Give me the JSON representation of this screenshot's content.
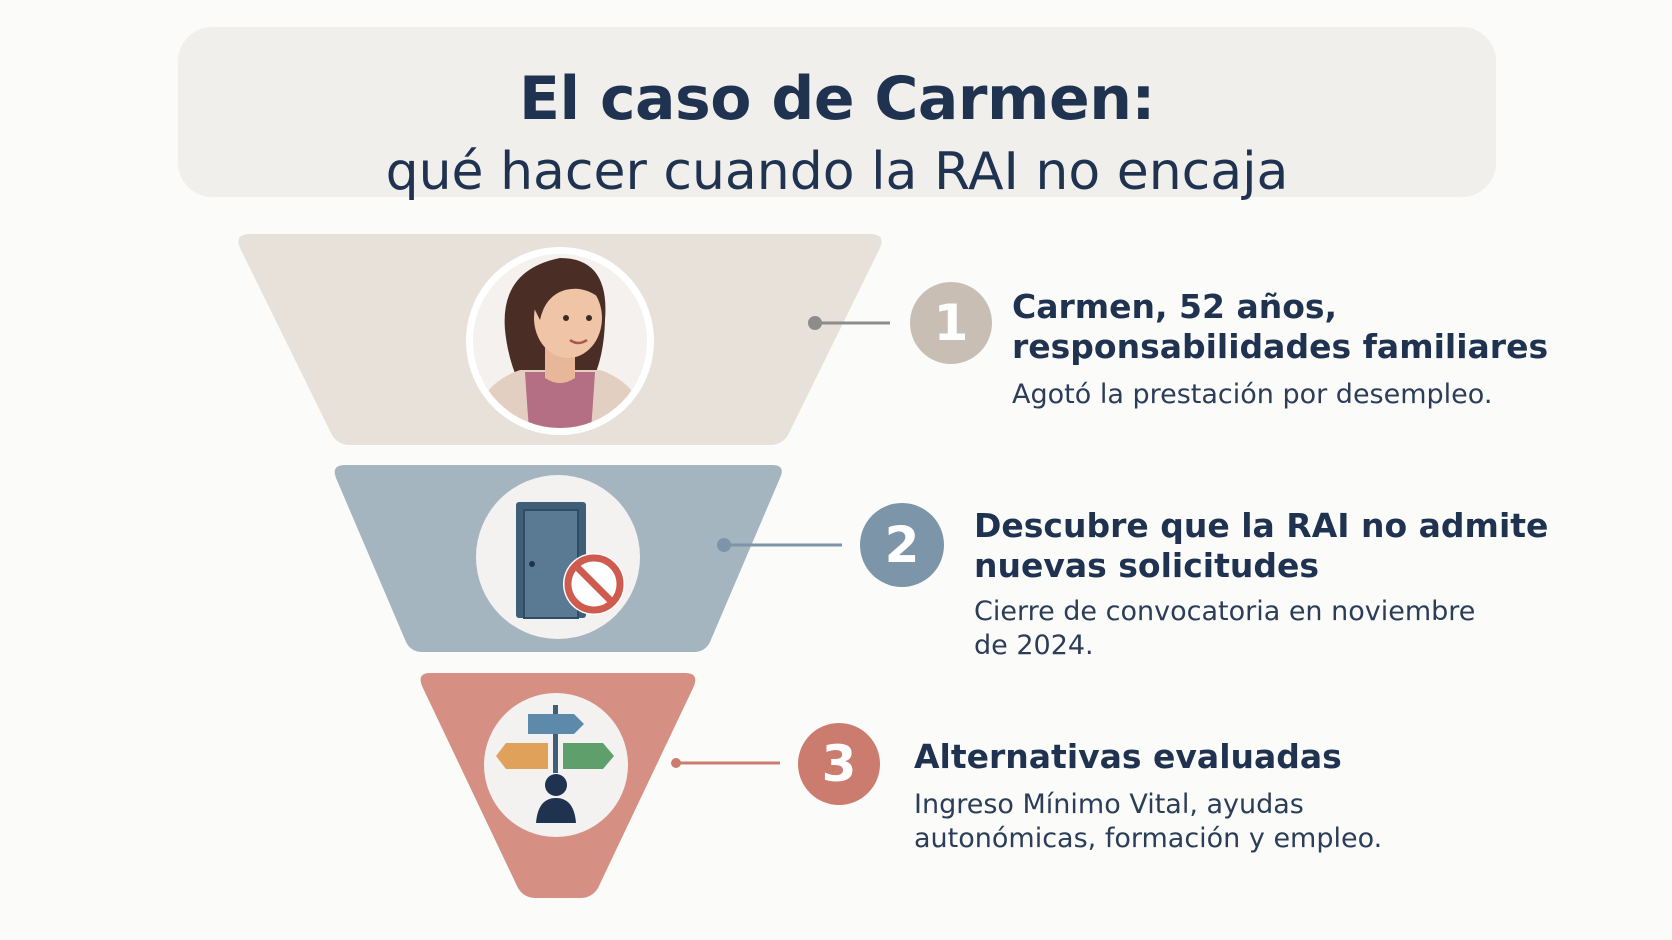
{
  "header": {
    "title": "El caso de Carmen:",
    "subtitle": "qué hacer cuando la RAI no encaja"
  },
  "steps": [
    {
      "number": "1",
      "title_line1": "Carmen, 52 años,",
      "title_line2": "responsabilidades familiares",
      "description": "Agotó la prestación por desempleo.",
      "icon": "woman-portrait-icon",
      "color": "#c8beb4",
      "band_color": "#e7e1da"
    },
    {
      "number": "2",
      "title_line1": "Descubre que la RAI no admite",
      "title_line2": "nuevas solicitudes",
      "description": "Cierre de convocatoria en noviembre de 2024.",
      "icon": "closed-door-prohibited-icon",
      "color": "#7d95a8",
      "band_color": "#a4b5c0"
    },
    {
      "number": "3",
      "title_line1": "Alternativas evaluadas",
      "title_line2": "",
      "description": "Ingreso Mínimo Vital, ayudas autonómicas, formación y empleo.",
      "icon": "signpost-person-icon",
      "color": "#cb7c6f",
      "band_color": "#d58f83"
    }
  ]
}
